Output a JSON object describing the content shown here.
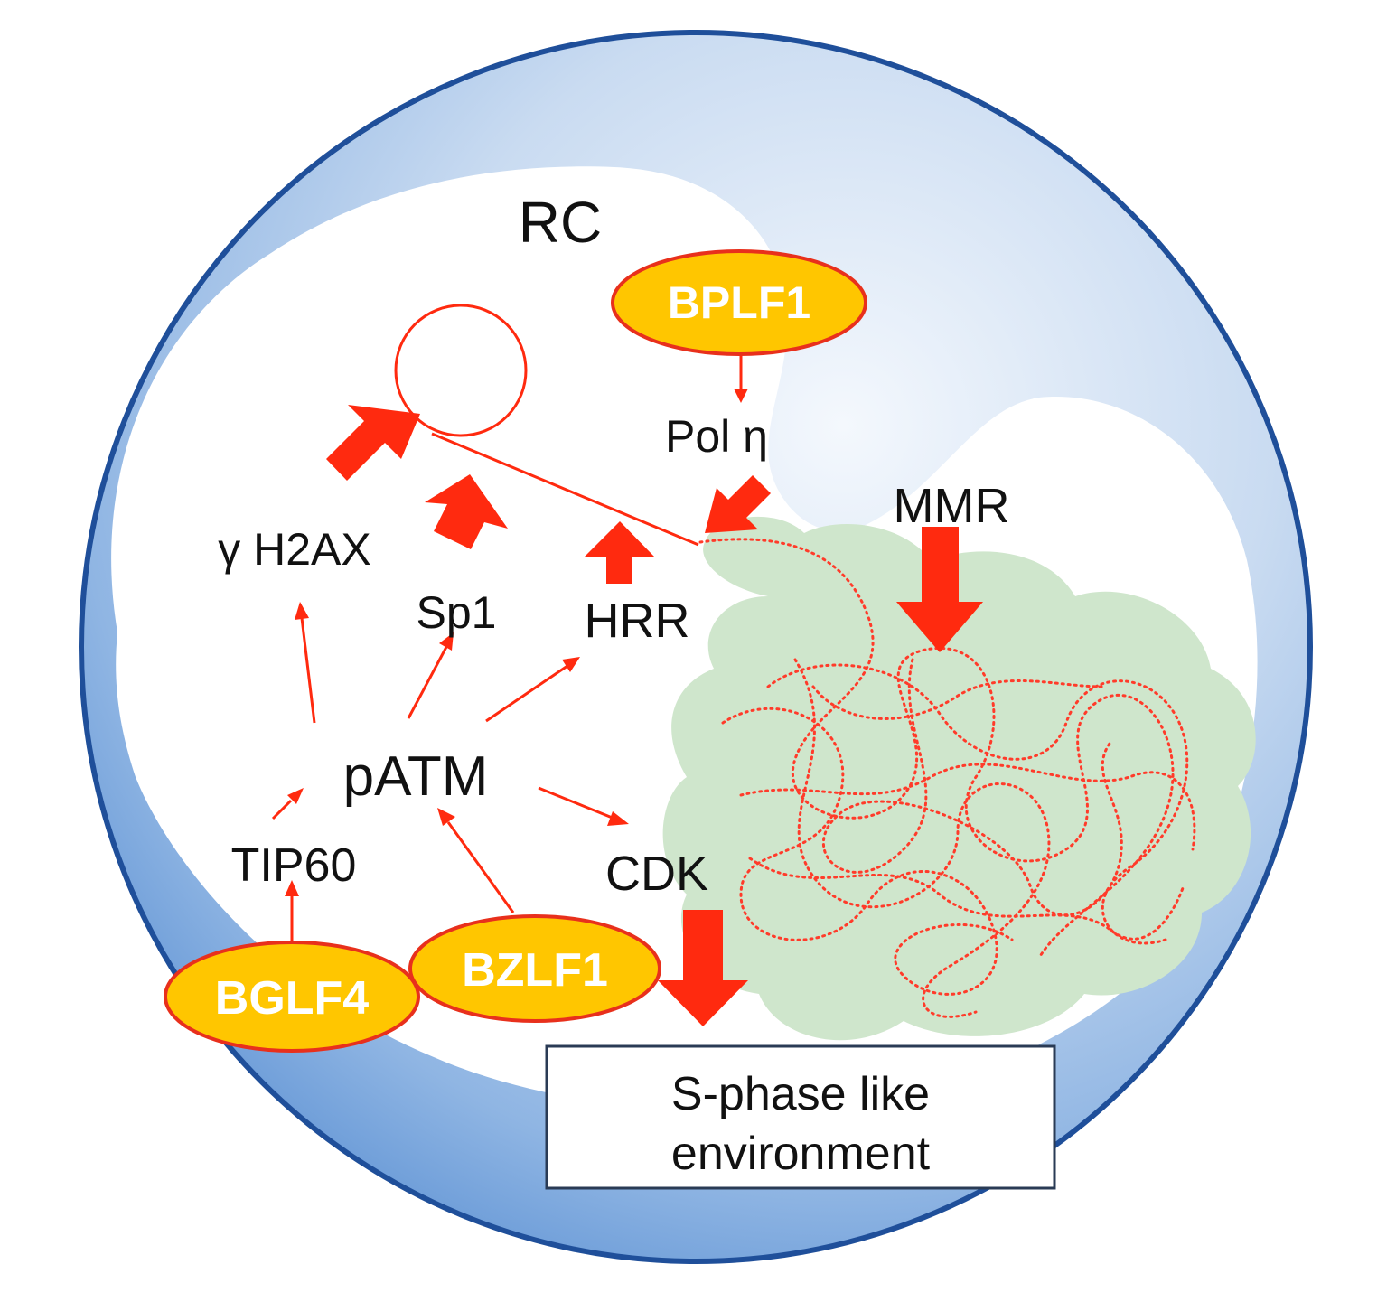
{
  "diagram": {
    "compartment_label": "RC",
    "nodes": {
      "bplf1": "BPLF1",
      "pol_eta": "Pol η",
      "mmr": "MMR",
      "gamma_h2ax": "γ H2AX",
      "sp1": "Sp1",
      "hrr": "HRR",
      "patm": "pATM",
      "tip60": "TIP60",
      "cdk": "CDK",
      "bglf4": "BGLF4",
      "bzlf1": "BZLF1"
    },
    "outcome": {
      "line1": "S-phase like",
      "line2": "environment"
    },
    "colors": {
      "arrow": "#ff2a0f",
      "oval_fill": "#ffc600",
      "oval_stroke": "#e8301c",
      "chromatin_fill": "#cfe6cc",
      "chromatin_dots": "#ff3b2a",
      "cell_blue": "#5b93d6",
      "cell_light": "#eaf1fb"
    }
  }
}
